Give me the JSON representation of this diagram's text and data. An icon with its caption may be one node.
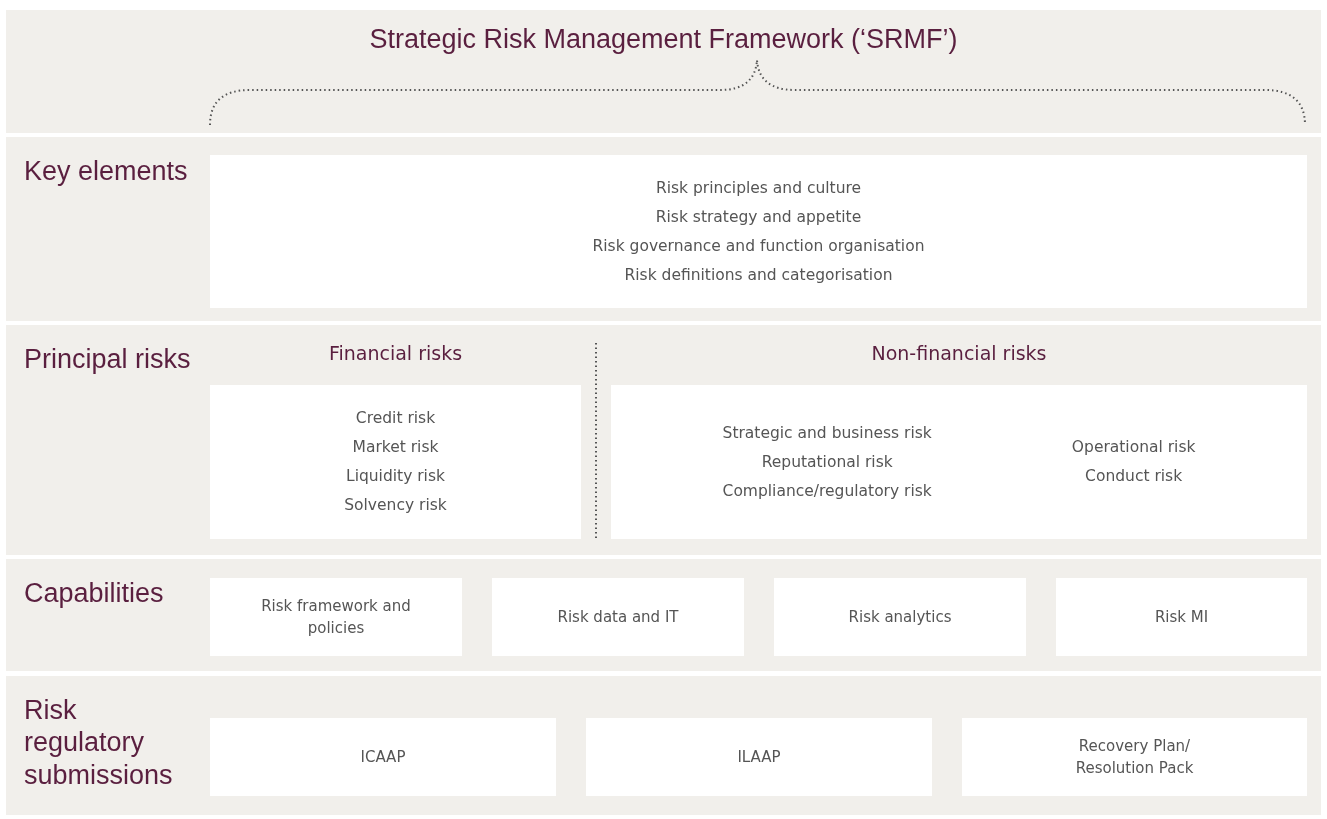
{
  "diagram": {
    "title": "Strategic Risk Management Framework (‘SRMF’)",
    "nodes": [
      {
        "text": [
          "Key elements"
        ]
      },
      {
        "text": [
          "Risk principles and culture",
          "Risk strategy and appetite",
          "Risk governance and function organisation",
          "Risk definitions and categorisation"
        ],
        "in": 0
      },
      {
        "text": [
          "Principal risks"
        ]
      },
      {
        "text": [
          "Financial risks",
          "Credit risk",
          "Market risk",
          "Liquidity risk",
          "Solvency risk"
        ],
        "in": 2
      },
      {
        "text": [
          "Non-financial risks",
          "Strategic and business risk",
          "Reputational risk",
          "Compliance/regulatory risk",
          "Operational risk",
          "Conduct risk"
        ],
        "in": 2
      },
      {
        "text": [
          "Capabilities"
        ]
      },
      {
        "text": [
          "Risk framework and policies"
        ],
        "in": 5
      },
      {
        "text": [
          "Risk data and IT"
        ],
        "in": 5
      },
      {
        "text": [
          "Risk analytics"
        ],
        "in": 5
      },
      {
        "text": [
          "Risk MI"
        ],
        "in": 5
      },
      {
        "text": [
          "Risk regulatory submissions"
        ]
      },
      {
        "text": [
          "ICAAP"
        ],
        "in": 10
      },
      {
        "text": [
          "ILAAP"
        ],
        "in": 10
      },
      {
        "text": [
          "Recovery Plan/ Resolution Pack"
        ],
        "in": 10
      }
    ]
  }
}
